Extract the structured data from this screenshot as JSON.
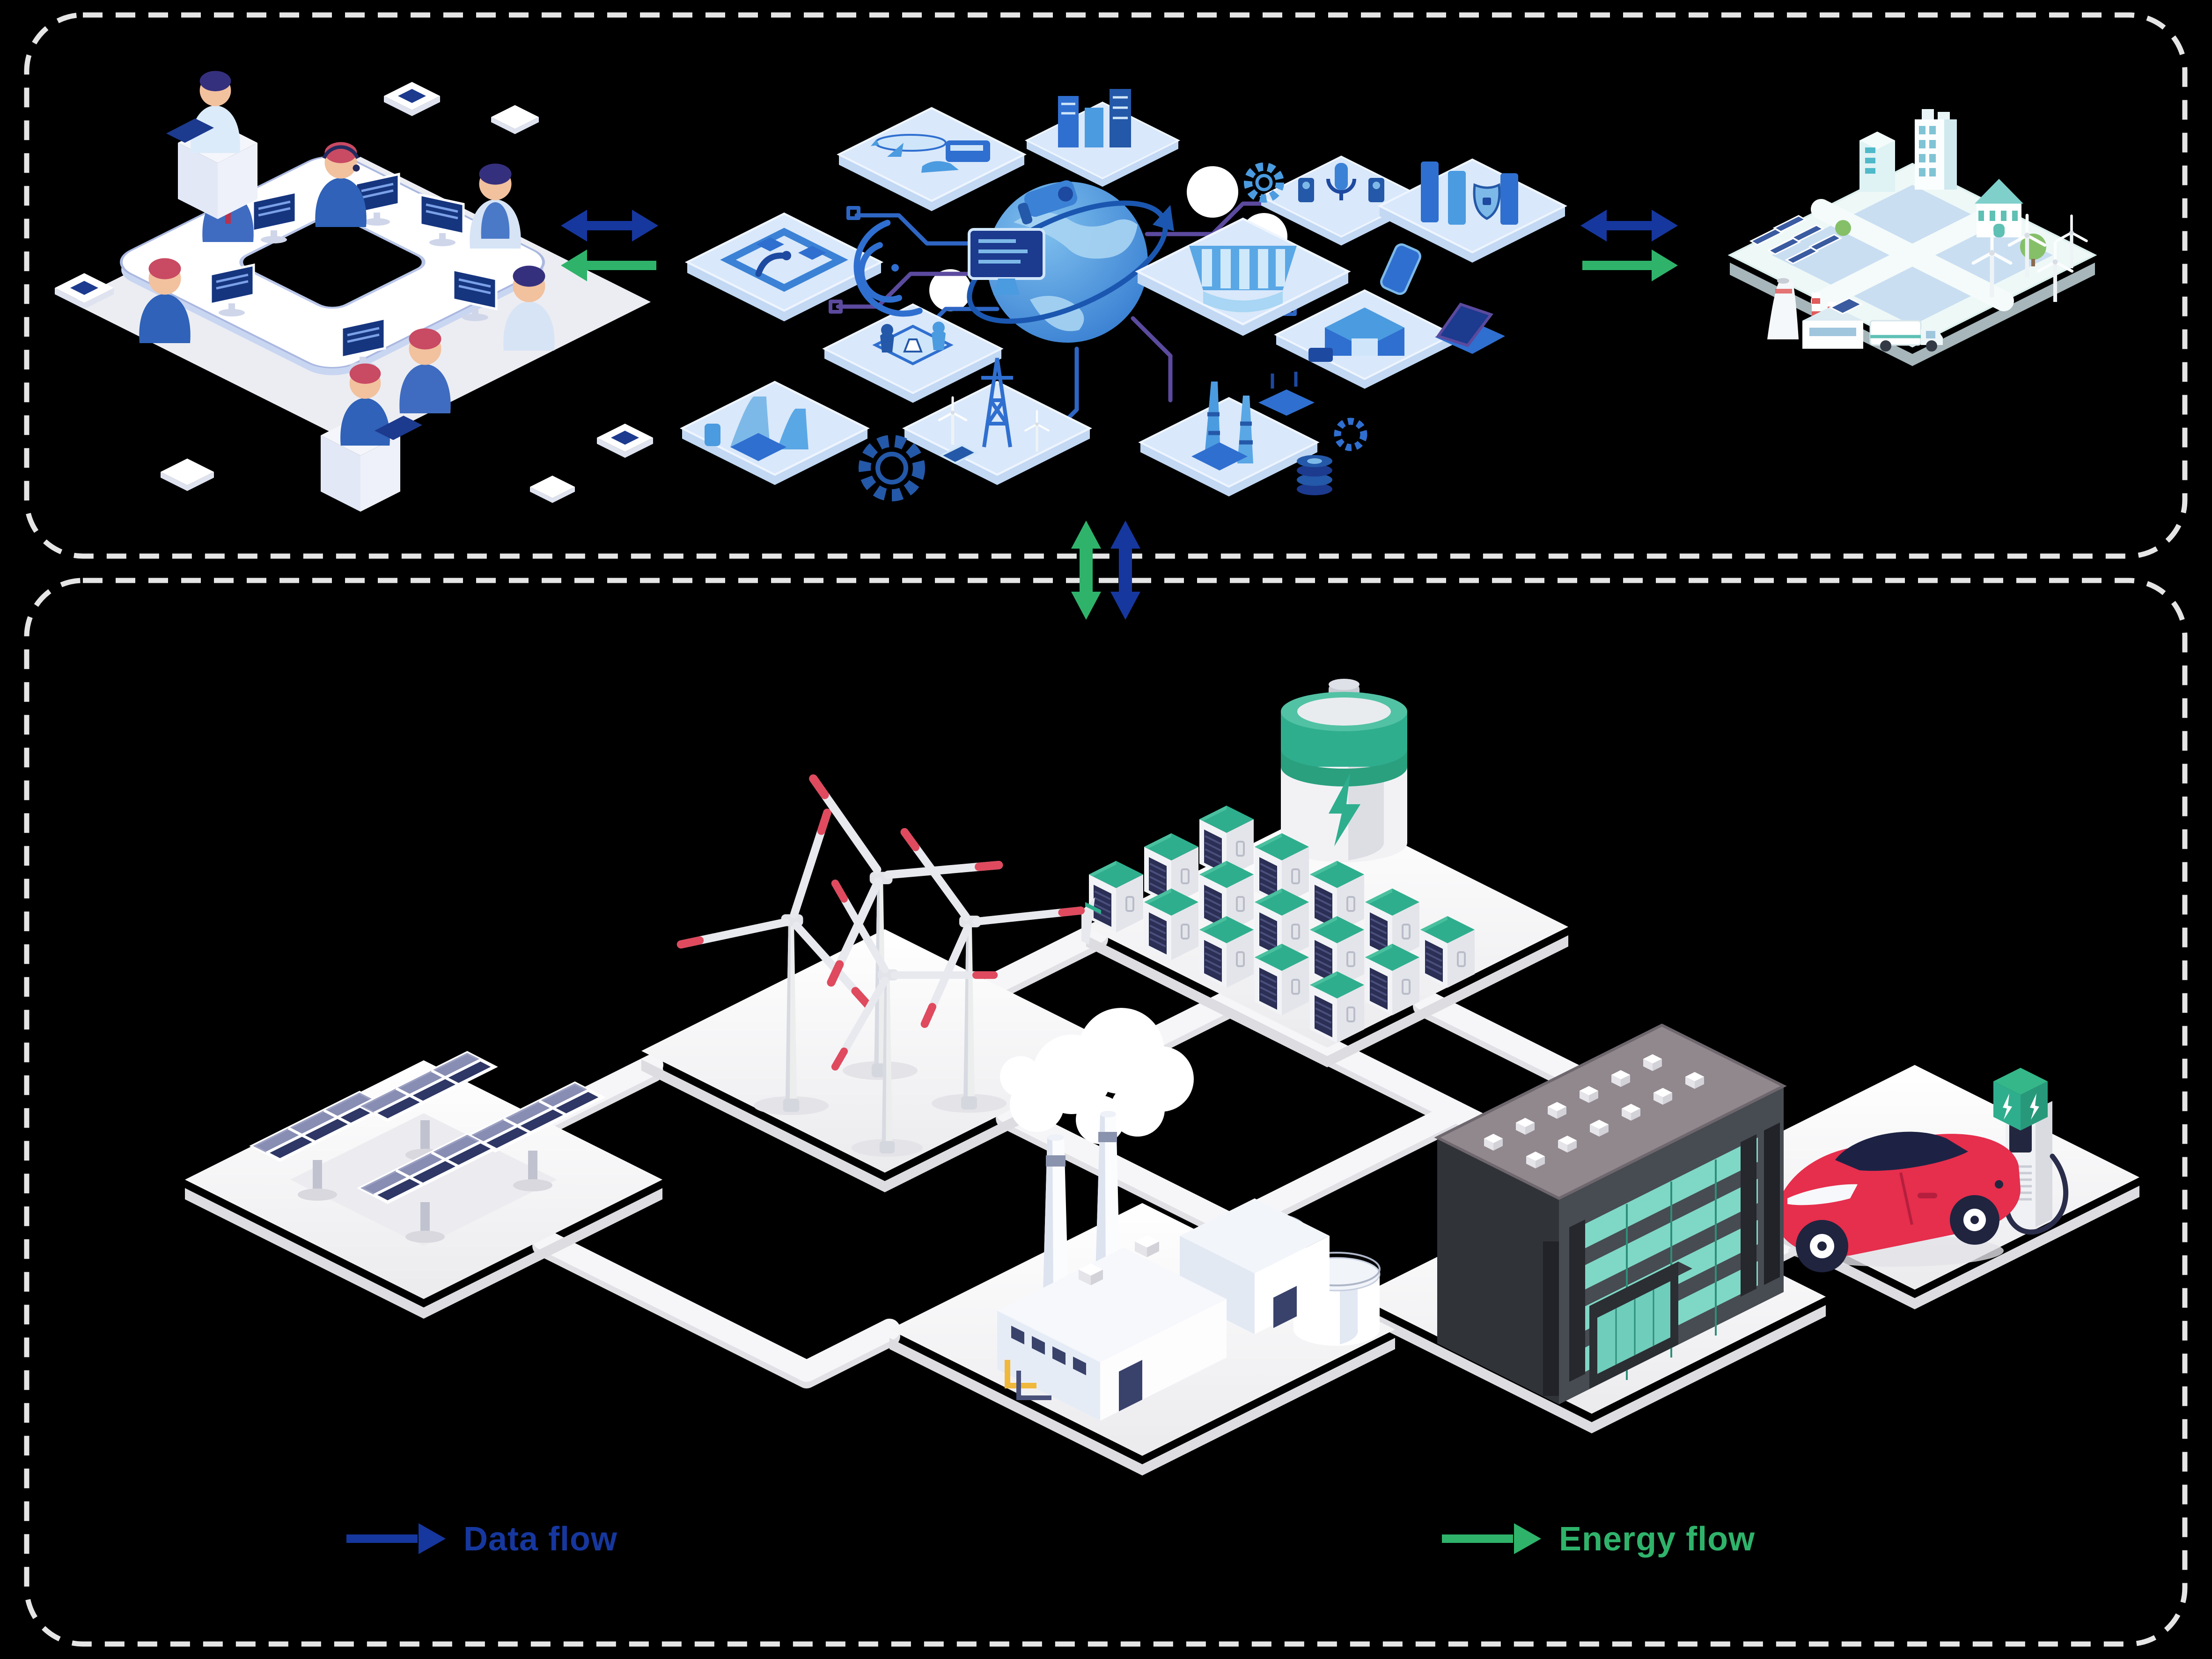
{
  "legend": {
    "items": [
      {
        "id": "data-flow",
        "label": "Data flow",
        "color": "#16379e",
        "arrow": "right"
      },
      {
        "id": "energy-flow",
        "label": "Energy flow",
        "color": "#2fb36b",
        "arrow": "right"
      }
    ]
  },
  "colors": {
    "background": "#000000",
    "frame_dash": "#e5e5e5",
    "data_blue": "#16379e",
    "energy_green": "#2fb36b",
    "battery_teal": "#2fae8e",
    "ev_red": "#e62e4d",
    "platform_white": "#ffffff",
    "illustration_blue": "#2f6fd0"
  },
  "layers": {
    "digital": {
      "illustrations": [
        "team-collaboration",
        "industrial-iot-platform",
        "smart-city-microgrid"
      ],
      "links": [
        {
          "from": "team-collaboration",
          "to": "industrial-iot-platform",
          "data": "bidirectional",
          "energy": "to-left"
        },
        {
          "from": "industrial-iot-platform",
          "to": "smart-city-microgrid",
          "data": "bidirectional",
          "energy": "to-right"
        }
      ]
    },
    "physical": {
      "nodes": [
        "solar-farm",
        "wind-farm",
        "battery-storage",
        "power-plant",
        "commercial-building",
        "ev-charging-station"
      ],
      "connections": "road-network"
    },
    "between_layers": {
      "data": "bidirectional",
      "energy": "bidirectional"
    }
  }
}
